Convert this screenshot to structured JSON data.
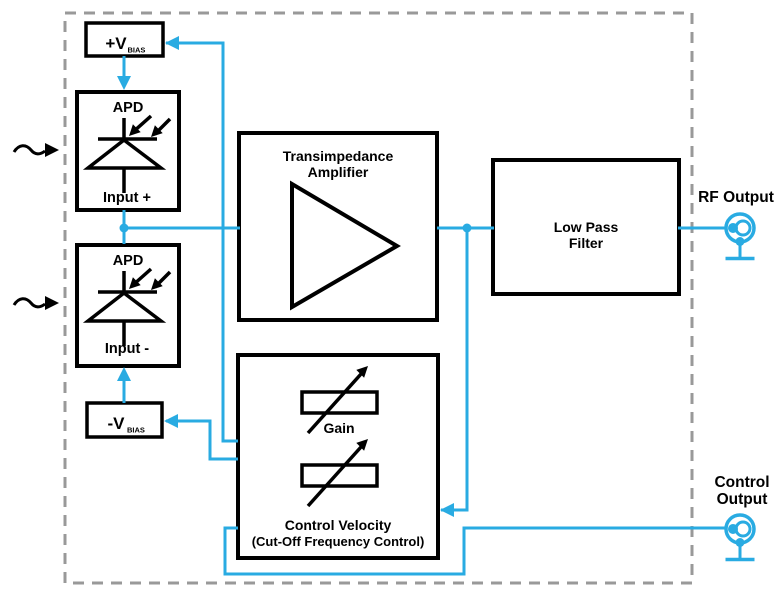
{
  "colors": {
    "accent": "#29ABE2",
    "stroke": "#000000",
    "dashed_border": "#999999",
    "background": "#FFFFFF"
  },
  "blocks": {
    "vbias_positive": {
      "main": "+V",
      "sub": "BIAS"
    },
    "apd_positive": {
      "title": "APD",
      "label": "Input +"
    },
    "apd_negative": {
      "title": "APD",
      "label": "Input -"
    },
    "vbias_negative": {
      "main": "-V",
      "sub": "BIAS"
    },
    "transimpedance_amplifier": {
      "line1": "Transimpedance",
      "line2": "Amplifier"
    },
    "low_pass_filter": {
      "line1": "Low Pass",
      "line2": "Filter"
    },
    "control": {
      "gain_label": "Gain",
      "velocity_label_line1": "Control Velocity",
      "velocity_label_line2": "(Cut-Off Frequency Control)"
    }
  },
  "ports": {
    "rf_output": {
      "label": "RF Output"
    },
    "control_output": {
      "line1": "Control",
      "line2": "Output"
    }
  }
}
